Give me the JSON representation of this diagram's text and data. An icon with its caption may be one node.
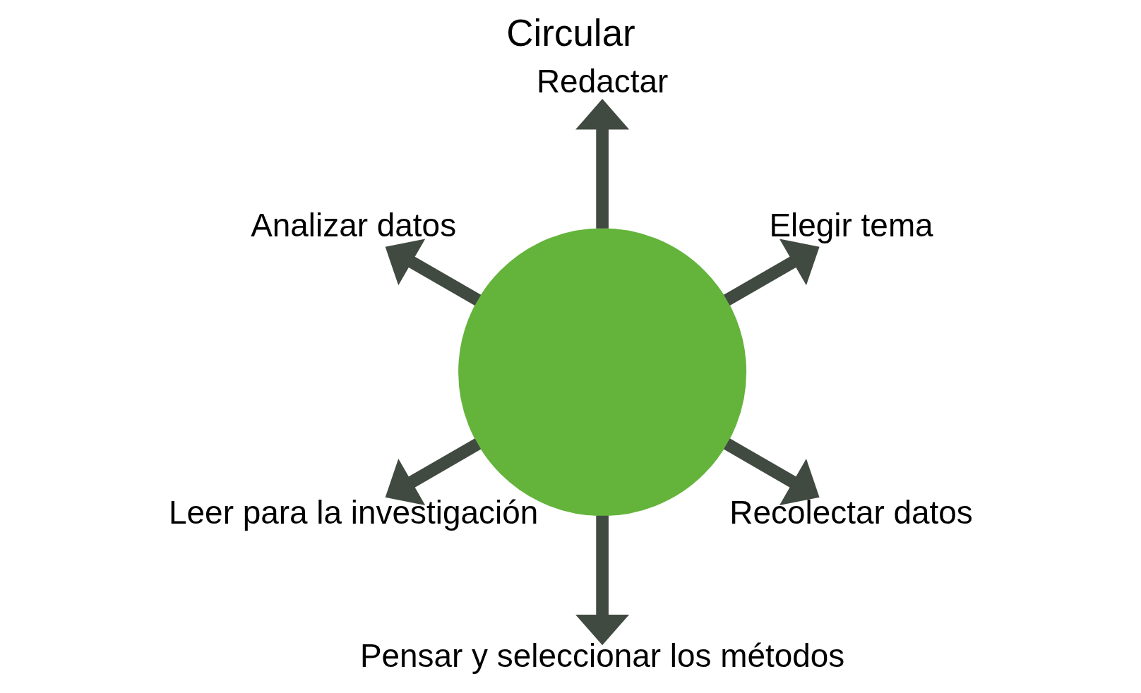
{
  "diagram": {
    "title": "Circular",
    "nodes": [
      {
        "text": [
          "Elegir tema"
        ]
      },
      {
        "text": [
          "Redactar"
        ]
      },
      {
        "text": [],
        "shape": "circle"
      },
      {
        "text": [
          "Analizar datos"
        ]
      },
      {
        "text": [
          "Leer para la investigación"
        ]
      },
      {
        "text": [
          "Pensar y seleccionar los métodos"
        ]
      },
      {
        "text": [
          "Recolectar datos"
        ]
      }
    ],
    "edges": [
      {
        "from": 2,
        "to": 0,
        "arrow": "to"
      },
      {
        "from": 2,
        "to": 4,
        "arrow": "to"
      },
      {
        "from": 2,
        "to": 5,
        "arrow": "to"
      },
      {
        "from": 2,
        "to": 6,
        "arrow": "to"
      },
      {
        "from": 2,
        "to": 3,
        "arrow": "to"
      },
      {
        "from": 2,
        "to": 1,
        "arrow": "to"
      }
    ]
  }
}
